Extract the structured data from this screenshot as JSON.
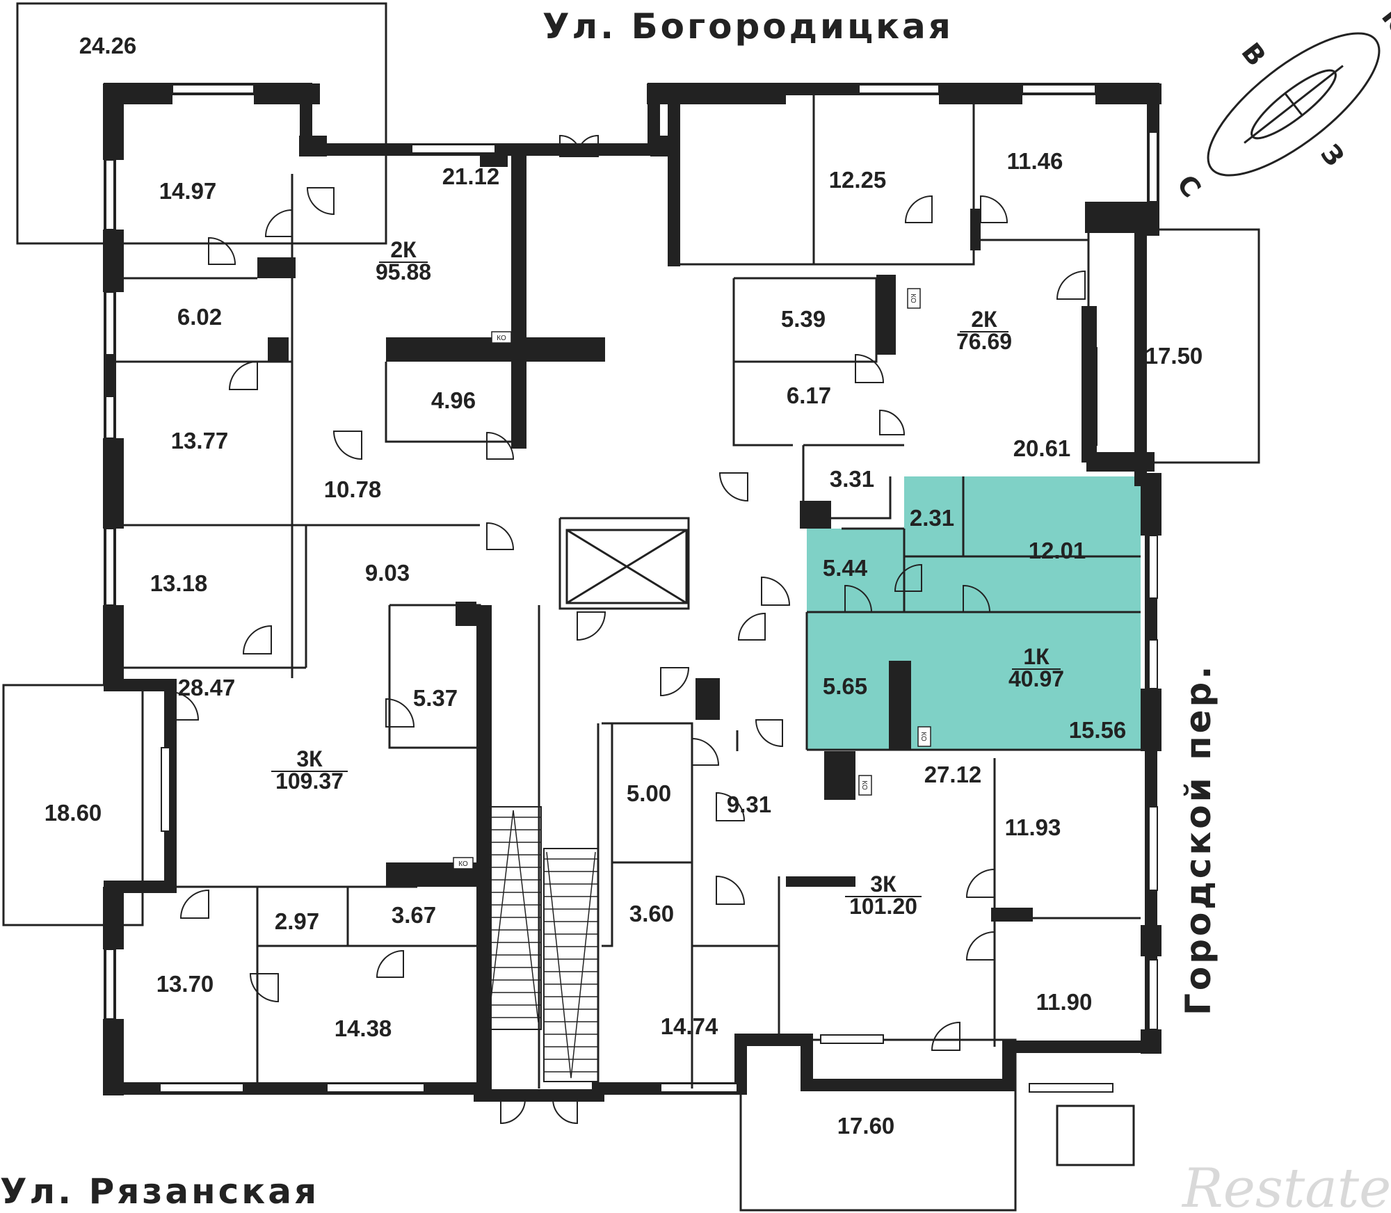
{
  "streets": {
    "north": "Ул. Богородицкая",
    "south": "Ул. Рязанская",
    "east": "Городской пер."
  },
  "compass": {
    "n": "С",
    "s": "Ю",
    "e": "В",
    "w": "З"
  },
  "watermark": "Restate",
  "highlight_color": "#7fd1c6",
  "apartments": [
    {
      "code": "2К",
      "area": "95.88"
    },
    {
      "code": "2К",
      "area": "76.69"
    },
    {
      "code": "1К",
      "area": "40.97"
    },
    {
      "code": "3К",
      "area": "109.37"
    },
    {
      "code": "3К",
      "area": "101.20"
    }
  ],
  "rooms": [
    "24.26",
    "14.97",
    "21.12",
    "6.02",
    "4.96",
    "13.77",
    "10.78",
    "13.18",
    "9.03",
    "28.47",
    "5.37",
    "18.60",
    "13.70",
    "2.97",
    "3.67",
    "14.38",
    "12.25",
    "11.46",
    "5.39",
    "6.17",
    "17.50",
    "20.61",
    "3.31",
    "2.31",
    "12.01",
    "5.44",
    "5.65",
    "15.56",
    "27.12",
    "5.00",
    "9.31",
    "11.93",
    "3.60",
    "11.90",
    "14.74",
    "17.60"
  ],
  "ko_label": "КО"
}
